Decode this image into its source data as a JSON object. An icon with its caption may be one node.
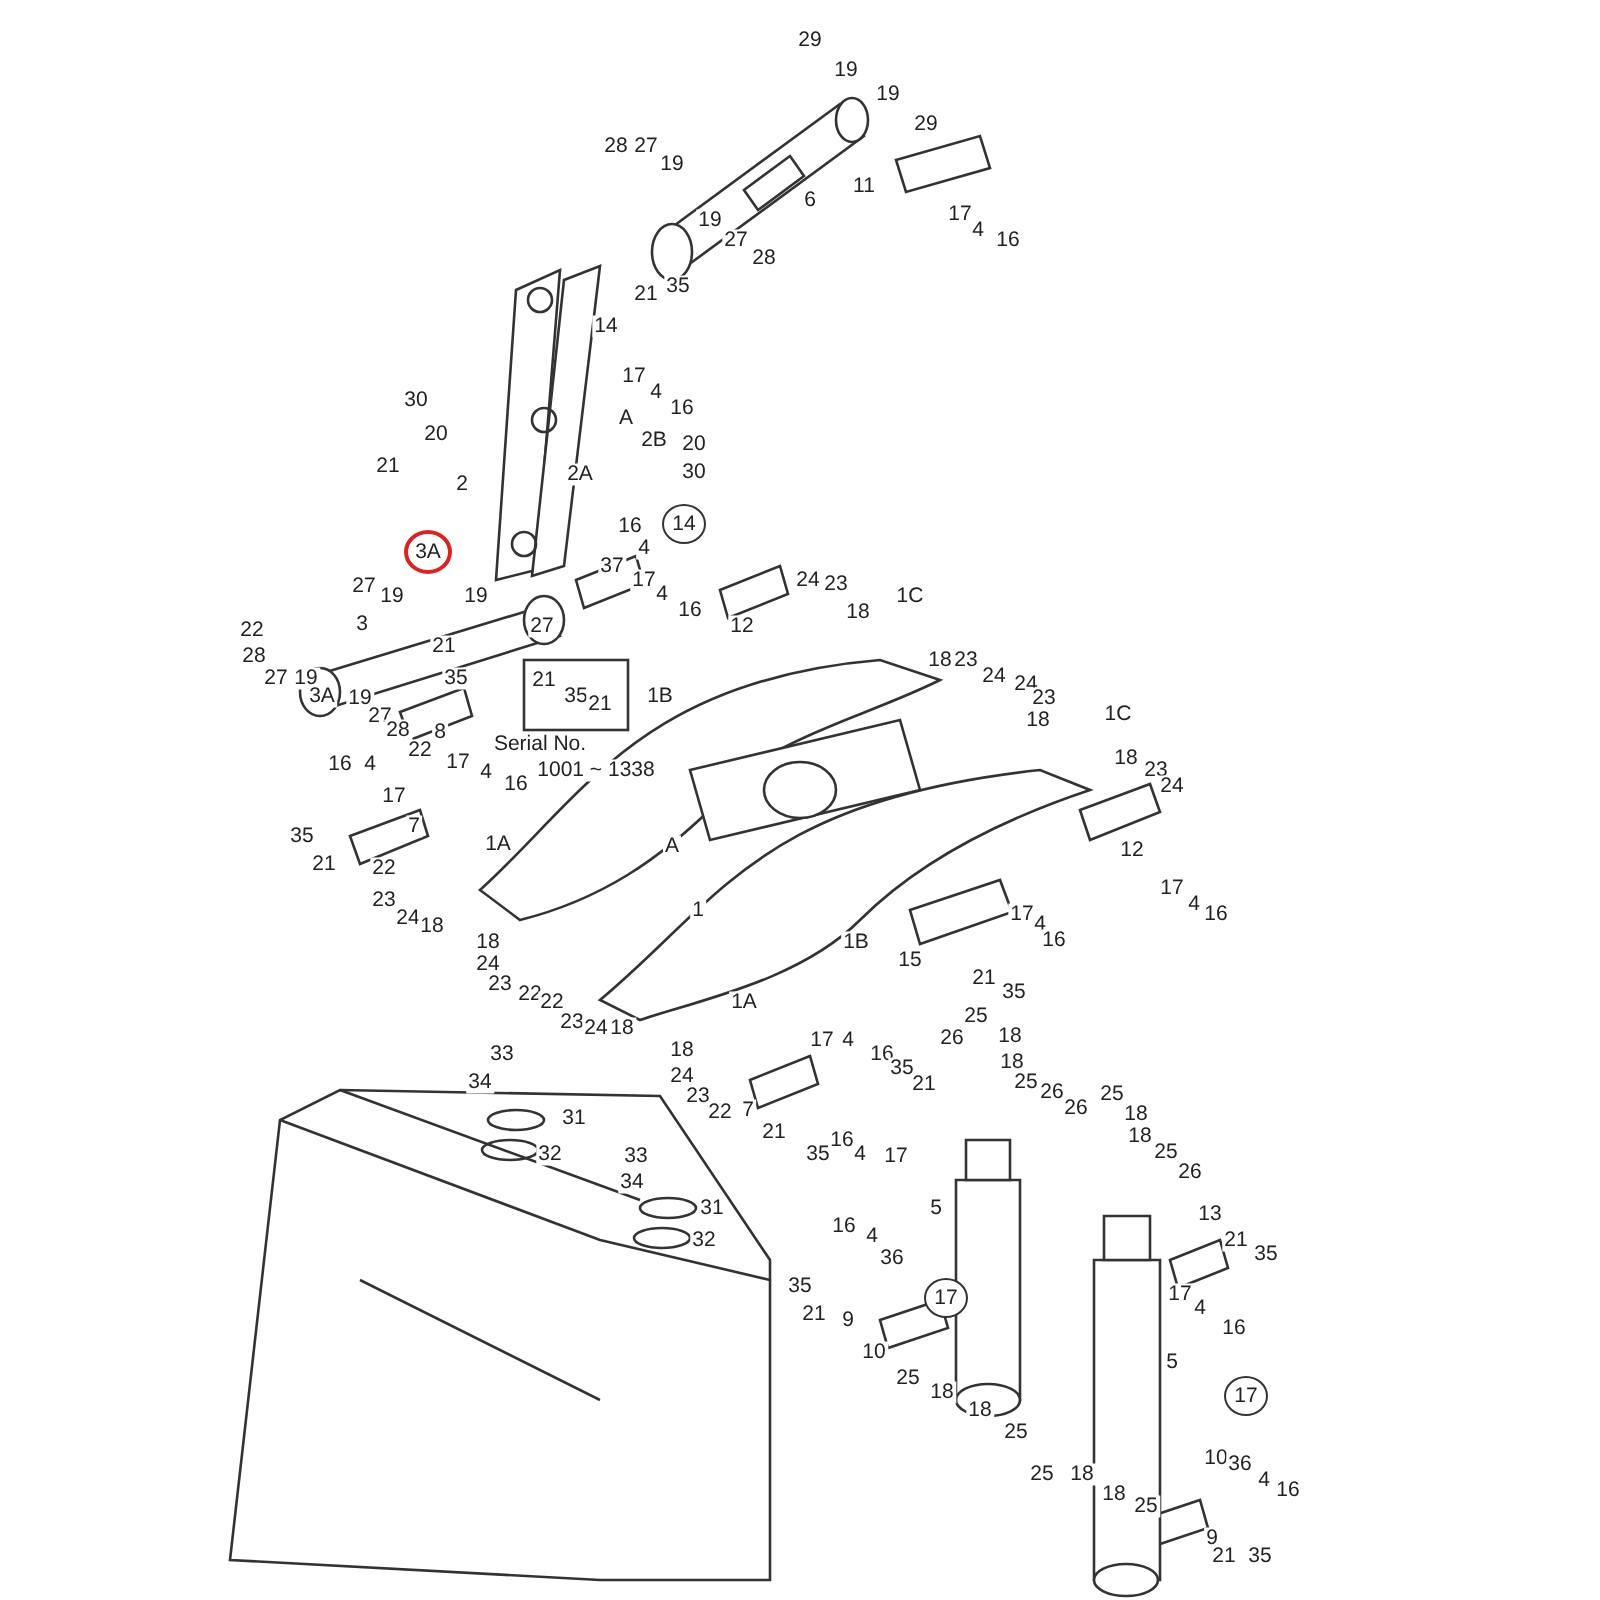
{
  "diagram": {
    "labels": [
      "29",
      "19",
      "19",
      "29",
      "28",
      "27",
      "19",
      "6",
      "11",
      "17",
      "4",
      "16",
      "19",
      "27",
      "28",
      "21",
      "35",
      "14",
      "30",
      "17",
      "4",
      "16",
      "20",
      "A",
      "2B",
      "20",
      "21",
      "2A",
      "30",
      "2",
      "16",
      "4",
      "37",
      "14",
      "24",
      "23",
      "18",
      "1C",
      "12",
      "17",
      "4",
      "16",
      "3A",
      "27",
      "19",
      "19",
      "22",
      "3",
      "27",
      "28",
      "27",
      "19",
      "3A",
      "21",
      "19",
      "27",
      "28",
      "22",
      "35",
      "8",
      "21",
      "35",
      "21",
      "Serial No.",
      "1001 ~ 1338",
      "17",
      "4",
      "16",
      "1B",
      "18",
      "23",
      "24",
      "24",
      "23",
      "18",
      "1C",
      "18",
      "23",
      "24",
      "12",
      "17",
      "4",
      "16",
      "16",
      "4",
      "17",
      "35",
      "21",
      "7",
      "22",
      "23",
      "24",
      "18",
      "1A",
      "A",
      "1",
      "1B",
      "15",
      "17",
      "4",
      "16",
      "21",
      "35",
      "18",
      "24",
      "23",
      "22",
      "22",
      "23",
      "24",
      "18",
      "1A",
      "18",
      "24",
      "23",
      "22",
      "17",
      "4",
      "16",
      "7",
      "21",
      "35",
      "16",
      "4",
      "17",
      "35",
      "21",
      "25",
      "26",
      "18",
      "18",
      "25",
      "26",
      "26",
      "25",
      "18",
      "18",
      "25",
      "26",
      "5",
      "13",
      "21",
      "35",
      "17",
      "4",
      "16",
      "16",
      "4",
      "36",
      "17",
      "35",
      "21",
      "9",
      "10",
      "25",
      "18",
      "18",
      "25",
      "5",
      "25",
      "18",
      "18",
      "25",
      "17",
      "10",
      "36",
      "4",
      "16",
      "9",
      "21",
      "35",
      "33",
      "34",
      "31",
      "32",
      "33",
      "34",
      "31",
      "32"
    ]
  }
}
